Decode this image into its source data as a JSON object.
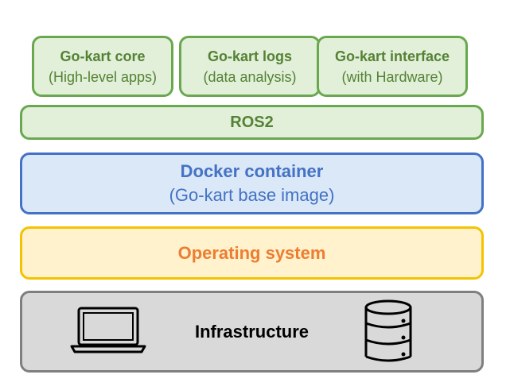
{
  "layers": {
    "core": {
      "title": "Go-kart core",
      "subtitle": "(High-level apps)"
    },
    "logs": {
      "title": "Go-kart logs",
      "subtitle": "(data analysis)"
    },
    "interface": {
      "title": "Go-kart interface",
      "subtitle": "(with Hardware)"
    },
    "ros": {
      "title": "ROS2"
    },
    "docker": {
      "title": "Docker container",
      "subtitle": "(Go-kart base image)"
    },
    "os": {
      "title": "Operating system"
    },
    "infrastructure": {
      "title": "Infrastructure"
    }
  },
  "icons": {
    "left": "laptop-icon",
    "right": "database-server-icon"
  },
  "colors": {
    "green_fill": "#e2efd9",
    "green_border": "#6aa84f",
    "green_text": "#548235",
    "blue_fill": "#dae8f8",
    "blue_border": "#4472c4",
    "yellow_fill": "#fff2cc",
    "yellow_border": "#f4c300",
    "orange_text": "#ed7d31",
    "gray_fill": "#d9d9d9",
    "gray_border": "#7f7f7f"
  }
}
